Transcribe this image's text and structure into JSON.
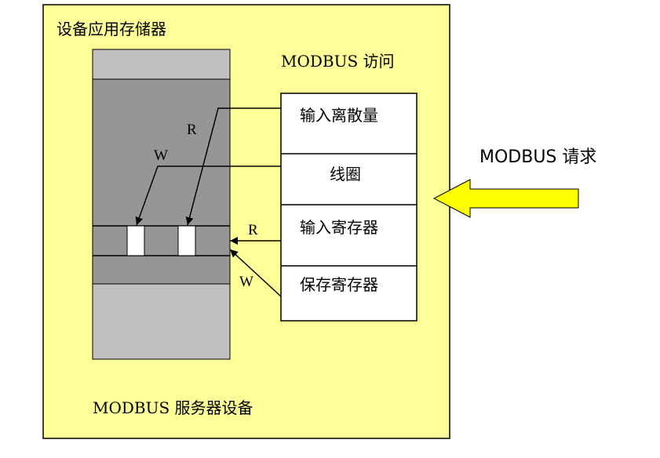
{
  "device_memory_label": "设备应用存储器",
  "modbus_access_label": "MODBUS 访问",
  "modbus_request_label": "MODBUS 请求",
  "server_device_label": "MODBUS 服务器设备",
  "tables": [
    {
      "label": "输入离散量"
    },
    {
      "label": "线圈"
    },
    {
      "label": "输入寄存器"
    },
    {
      "label": "保存寄存器"
    }
  ],
  "arrow_labels": {
    "read_discrete": "R",
    "write_coils": "W",
    "read_registers": "R",
    "write_registers": "W"
  },
  "colors": {
    "server_background": "#ffff99",
    "memory_light": "#c0c0c0",
    "memory_dark": "#969696",
    "request_arrow": "#ffff00"
  }
}
